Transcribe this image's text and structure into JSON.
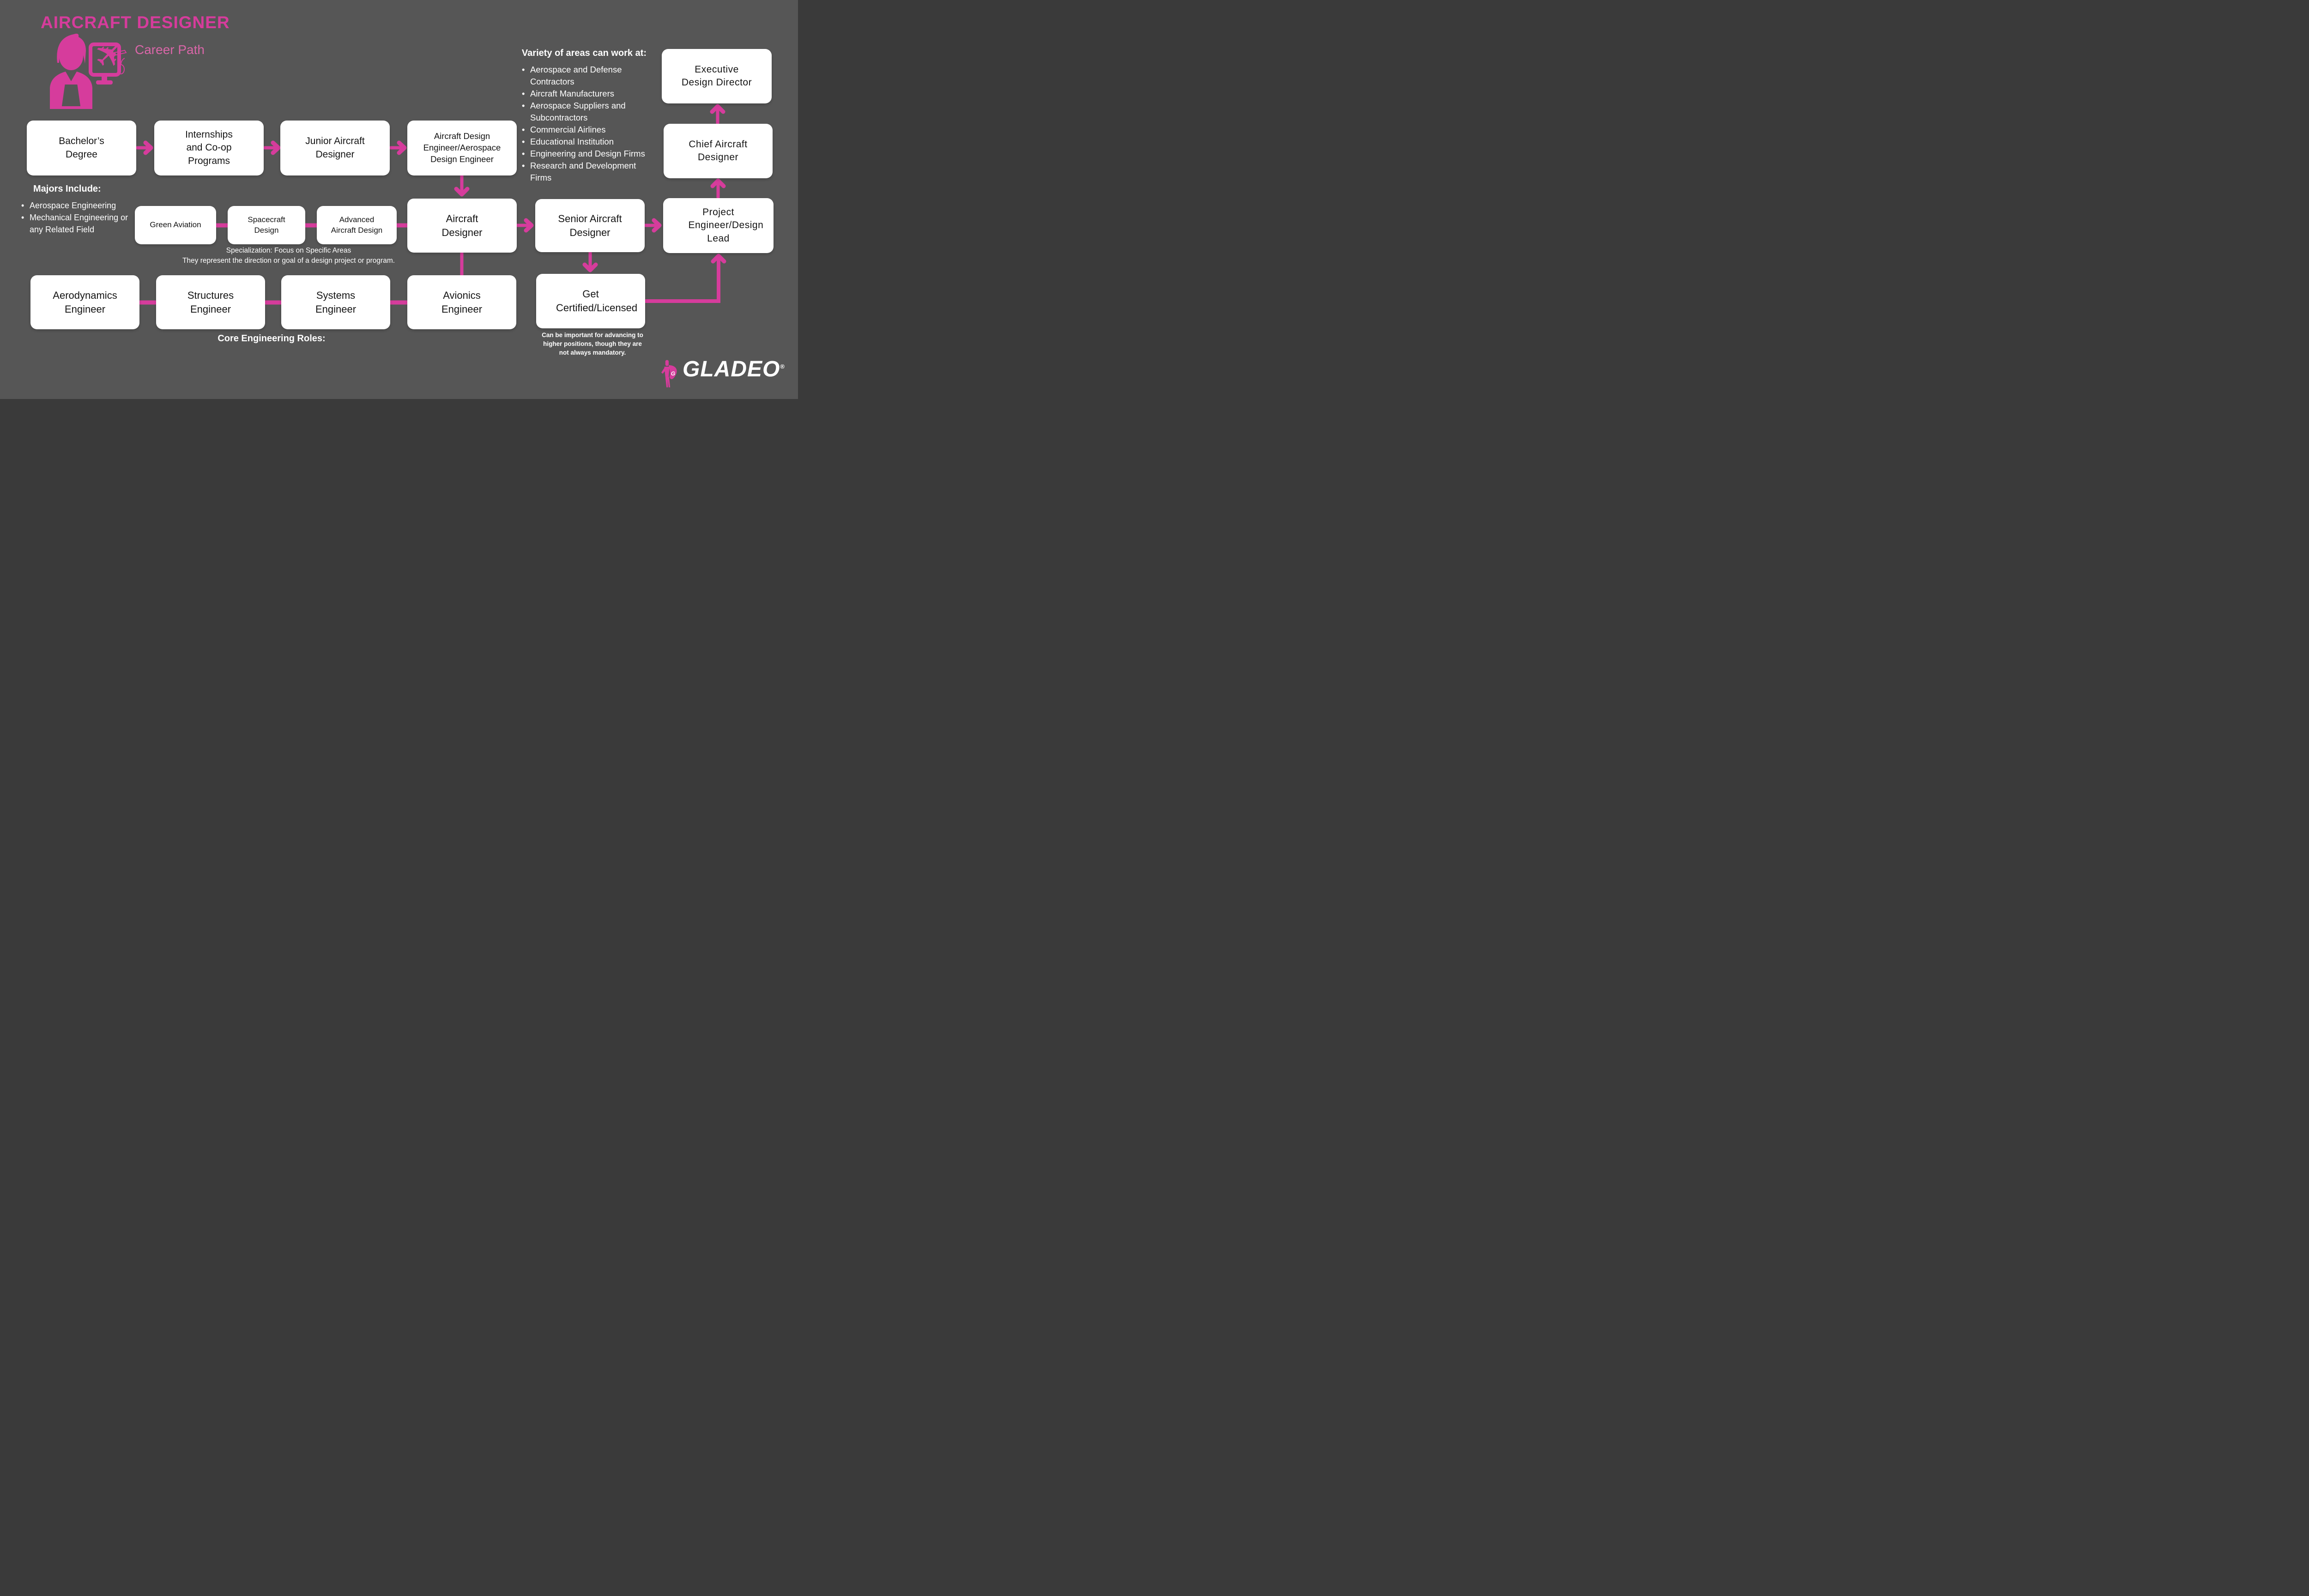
{
  "colors": {
    "background": "#565656",
    "pink": "#d63c9c",
    "pink_light": "#d966a8",
    "box_bg": "#ffffff",
    "box_text": "#141414",
    "white_text": "#ffffff"
  },
  "header": {
    "title": "AIRCRAFT DESIGNER",
    "subtitle": "Career Path"
  },
  "icons": {
    "header": "designer-at-computer-icon",
    "header_parts": [
      "person-icon",
      "monitor-icon",
      "airplane-icon",
      "pencil-icon",
      "mouse-icon"
    ],
    "logo_mascot": "superhero-mascot-icon"
  },
  "work_areas": {
    "heading": "Variety of areas can work at:",
    "items": [
      "Aerospace and Defense Contractors",
      "Aircraft Manufacturers",
      "Aerospace Suppliers and Subcontractors",
      "Commercial Airlines",
      "Educational Institution",
      "Engineering and Design Firms",
      "Research and Development Firms"
    ]
  },
  "majors": {
    "heading": "Majors Include:",
    "items": [
      "Aerospace Engineering",
      "Mechanical Engineering or any Related Field"
    ]
  },
  "nodes": {
    "bachelors": "Bachelor’s Degree",
    "internships": "Internships and Co-op Programs",
    "junior": "Junior Aircraft Designer",
    "design_engineer": "Aircraft Design Engineer/Aerospace Design Engineer",
    "green_aviation": "Green Aviation",
    "spacecraft": "Spacecraft Design",
    "advanced": "Advanced Aircraft Design",
    "aircraft_designer": "Aircraft Designer",
    "senior": "Senior Aircraft Designer",
    "project_engineer": "Project Engineer/Design Lead",
    "chief": "Chief Aircraft Designer",
    "executive": "Executive Design Director",
    "aerodynamics": "Aerodynamics Engineer",
    "structures": "Structures Engineer",
    "systems": "Systems Engineer",
    "avionics": "Avionics Engineer",
    "certified": "Get Certified/Licensed"
  },
  "annotations": {
    "specialization_title": "Specialization: Focus on Specific Areas",
    "specialization_sub": "They represent the direction or goal of a design project or program.",
    "core_roles": "Core Engineering Roles:",
    "certification_note": "Can be important for advancing to higher positions, though they are not always mandatory."
  },
  "logo": {
    "brand": "GLADEO",
    "registered": "®",
    "mascot_letter": "G"
  }
}
